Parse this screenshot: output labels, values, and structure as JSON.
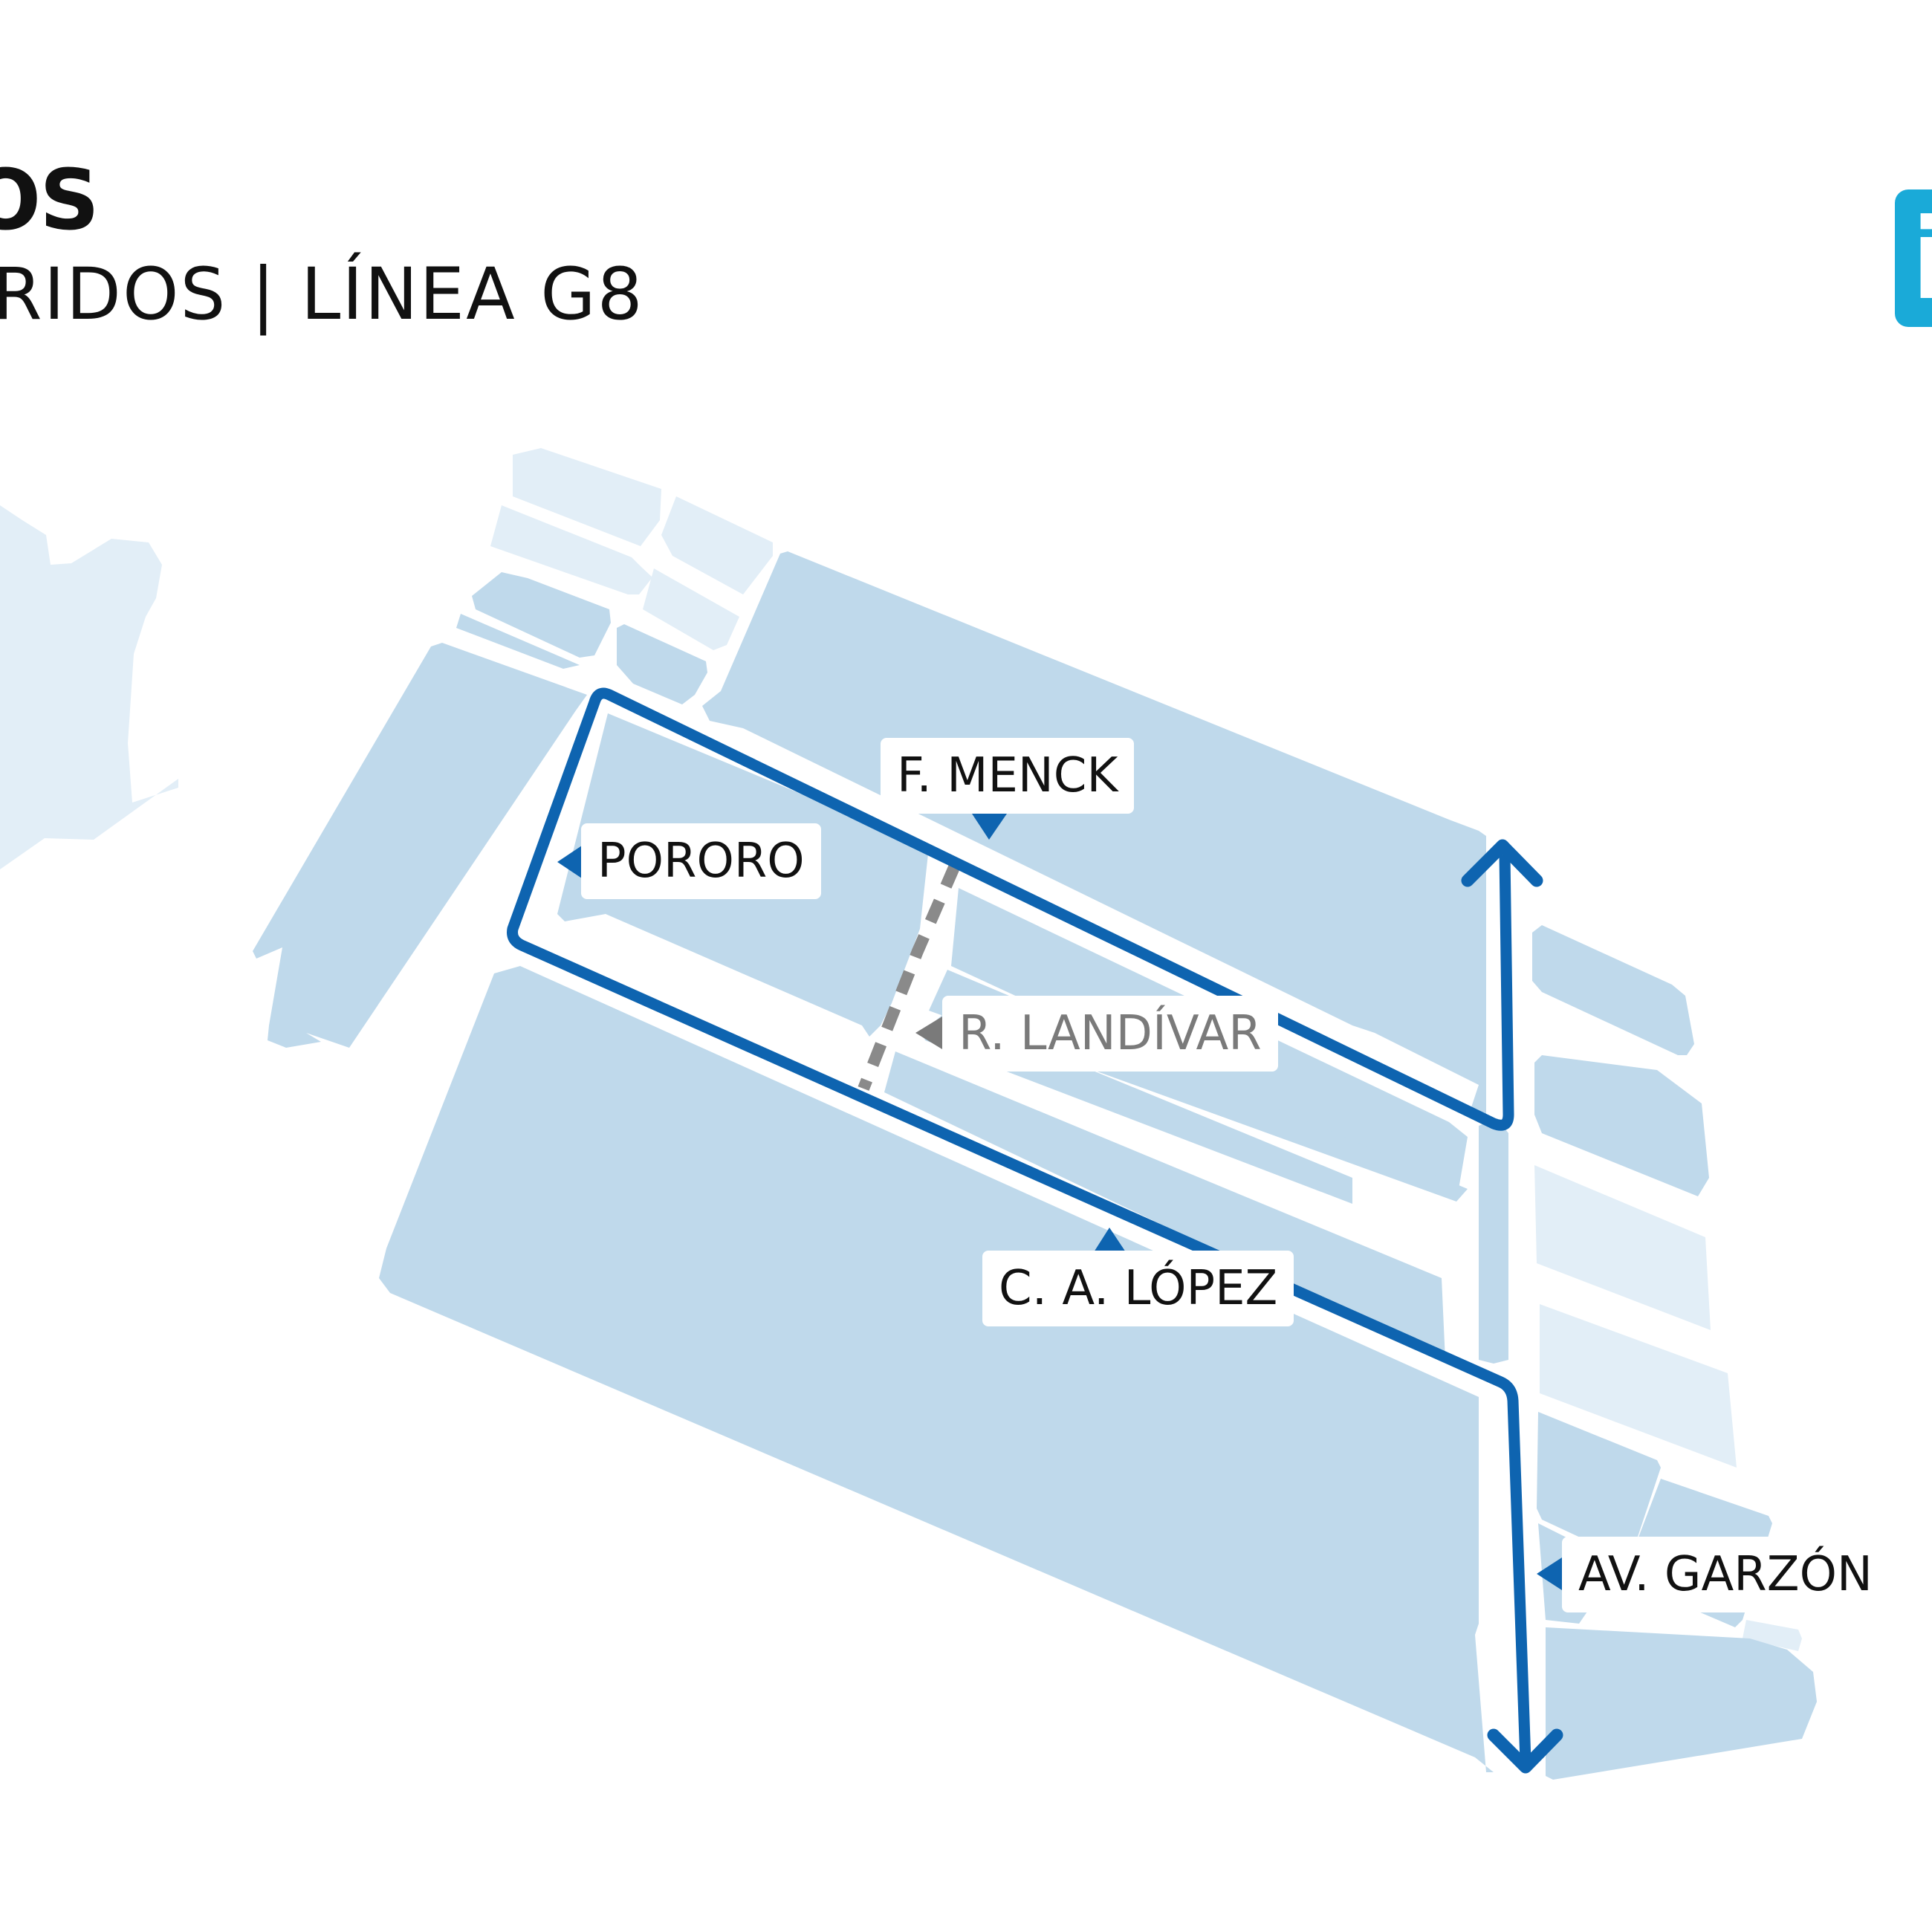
{
  "header": {
    "title": "OS",
    "subtitle": "RIDOS | LÍNEA G8",
    "badge_text": "i"
  },
  "colors": {
    "block": "#BFD9EB",
    "block_light": "#E2EEF7",
    "route": "#0E64B0",
    "alt_route": "#8A8A8A",
    "badge": "#1AAAD8"
  },
  "streets": [
    {
      "name": "F. MENCK",
      "direction_marker": "down",
      "style": "route"
    },
    {
      "name": "PORORO",
      "direction_marker": "left",
      "style": "route"
    },
    {
      "name": "R. LANDÍVAR",
      "direction_marker": "left",
      "style": "alternate"
    },
    {
      "name": "C. A. LÓPEZ",
      "direction_marker": "up",
      "style": "route"
    },
    {
      "name": "AV. GARZÓN",
      "direction_marker": "left",
      "style": "route"
    }
  ]
}
